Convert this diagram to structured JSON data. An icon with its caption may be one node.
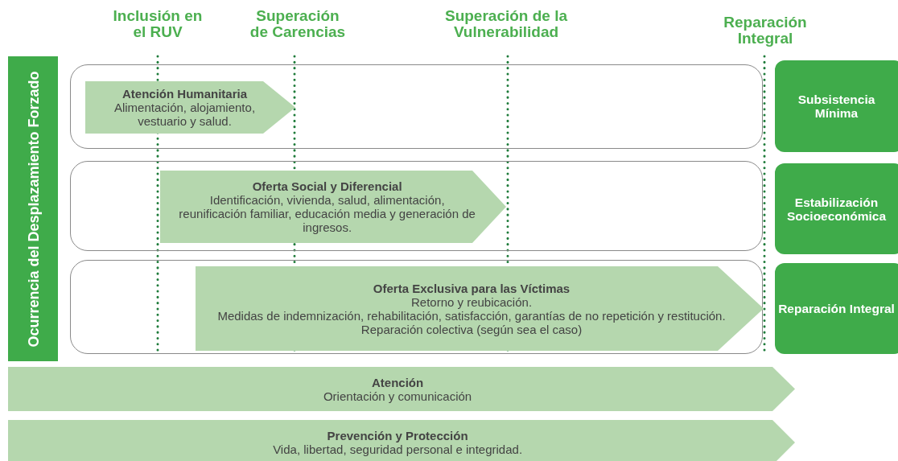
{
  "diagram": {
    "nodes": [
      {
        "text": [
          "Ocurrencia del Desplazamiento Forzado"
        ]
      },
      {
        "text": [],
        "shape": "box"
      },
      {
        "text": [],
        "shape": "box"
      },
      {
        "text": [],
        "shape": "box"
      },
      {
        "text": [
          "Atención Humanitaria",
          "Alimentación, alojamiento, vestuario y salud."
        ],
        "in": 1
      },
      {
        "text": [
          "Oferta Social y Diferencial",
          "Identificación, vivienda, salud, alimentación, reunificación familiar, educación media y generación de ingresos."
        ],
        "in": 2
      },
      {
        "text": [
          "Oferta Exclusiva para las Víctimas",
          "Retorno y reubicación.",
          "Medidas de indemnización, rehabilitación, satisfacción, garantías de no repetición y restitución.",
          "Reparación colectiva (según sea el caso)"
        ],
        "in": 3
      },
      {
        "text": [
          "Subsistencia Mínima"
        ]
      },
      {
        "text": [
          "Estabilización Socioeconómica"
        ]
      },
      {
        "text": [
          "Reparación Integral"
        ]
      },
      {
        "text": [
          "Atención",
          "Orientación y comunicación"
        ]
      },
      {
        "text": [
          "Prevención y Protección",
          "Vida, libertad, seguridad personal e integridad."
        ]
      }
    ],
    "labels": [
      "Inclusión en el RUV",
      "Superación de Carencias",
      "Superación de la Vulnerabilidad",
      "Reparación Integral"
    ]
  }
}
